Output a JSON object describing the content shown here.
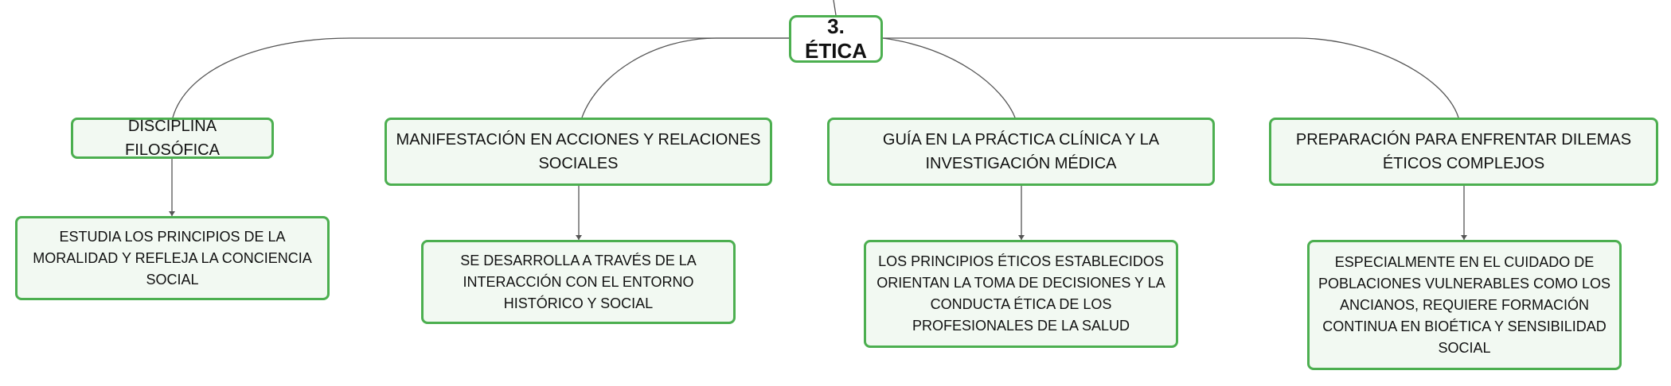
{
  "diagram": {
    "root": {
      "label": "3. ÉTICA"
    },
    "branches": [
      {
        "label": "DISCIPLINA FILOSÓFICA",
        "detail": "ESTUDIA LOS PRINCIPIOS DE LA MORALIDAD Y REFLEJA LA CONCIENCIA SOCIAL"
      },
      {
        "label": "MANIFESTACIÓN EN ACCIONES Y RELACIONES SOCIALES",
        "detail": "SE DESARROLLA A TRAVÉS DE LA INTERACCIÓN CON EL ENTORNO HISTÓRICO Y SOCIAL"
      },
      {
        "label": "GUÍA EN LA PRÁCTICA CLÍNICA Y LA INVESTIGACIÓN MÉDICA",
        "detail": "LOS PRINCIPIOS ÉTICOS ESTABLECIDOS ORIENTAN LA TOMA DE DECISIONES Y LA CONDUCTA ÉTICA DE LOS PROFESIONALES DE LA SALUD"
      },
      {
        "label": "PREPARACIÓN PARA ENFRENTAR DILEMAS ÉTICOS COMPLEJOS",
        "detail": "ESPECIALMENTE EN EL CUIDADO DE POBLACIONES VULNERABLES COMO LOS ANCIANOS, REQUIERE FORMACIÓN CONTINUA EN BIOÉTICA Y SENSIBILIDAD SOCIAL"
      }
    ]
  }
}
